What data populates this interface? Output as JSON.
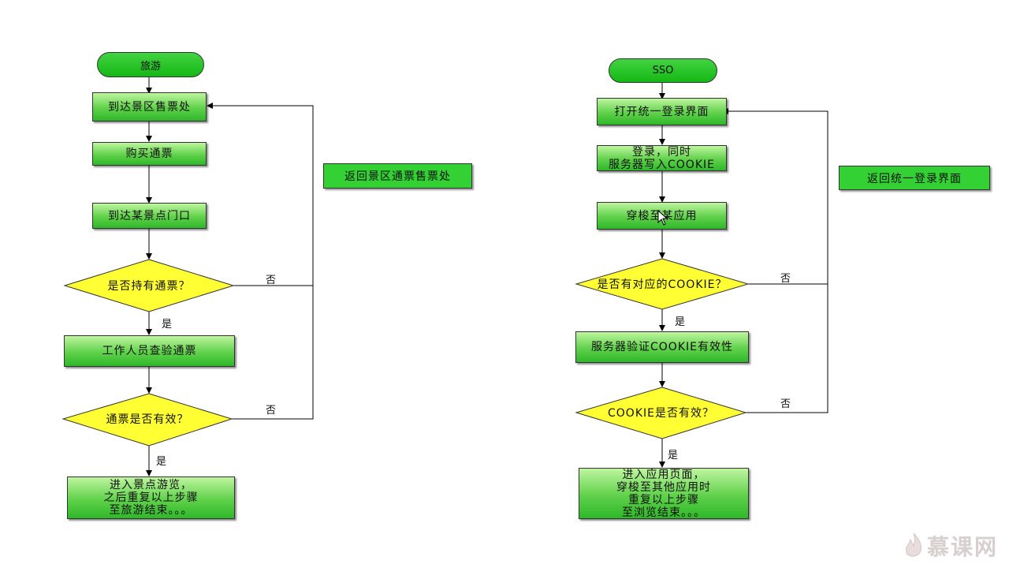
{
  "left": {
    "start": "旅游",
    "steps": {
      "s1": "到达景区售票处",
      "s2": "购买通票",
      "s3": "到达某景点门口",
      "d1": "是否持有通票？",
      "s4": "工作人员查验通票",
      "d2": "通票是否有效？",
      "end": "进入景点游览，\n之后重复以上步骤\n至旅游结束。。。"
    },
    "note": "返回景区通票售票处",
    "yes": "是",
    "no": "否"
  },
  "right": {
    "start": "SSO",
    "steps": {
      "s1": "打开统一登录界面",
      "s2": "登录，同时\n服务器写入COOKIE",
      "s3": "穿梭至某应用",
      "d1": "是否有对应的COOKIE？",
      "s4": "服务器验证COOKIE有效性",
      "d2": "COOKIE是否有效？",
      "end": "进入应用页面，\n穿梭至其他应用时\n重复以上步骤\n至浏览结束。。。"
    },
    "note": "返回统一登录界面",
    "yes": "是",
    "no": "否"
  },
  "watermark": "慕课网",
  "colors": {
    "process": "#5fd14a",
    "decision": "#ffff33",
    "terminator": "#22c322"
  }
}
